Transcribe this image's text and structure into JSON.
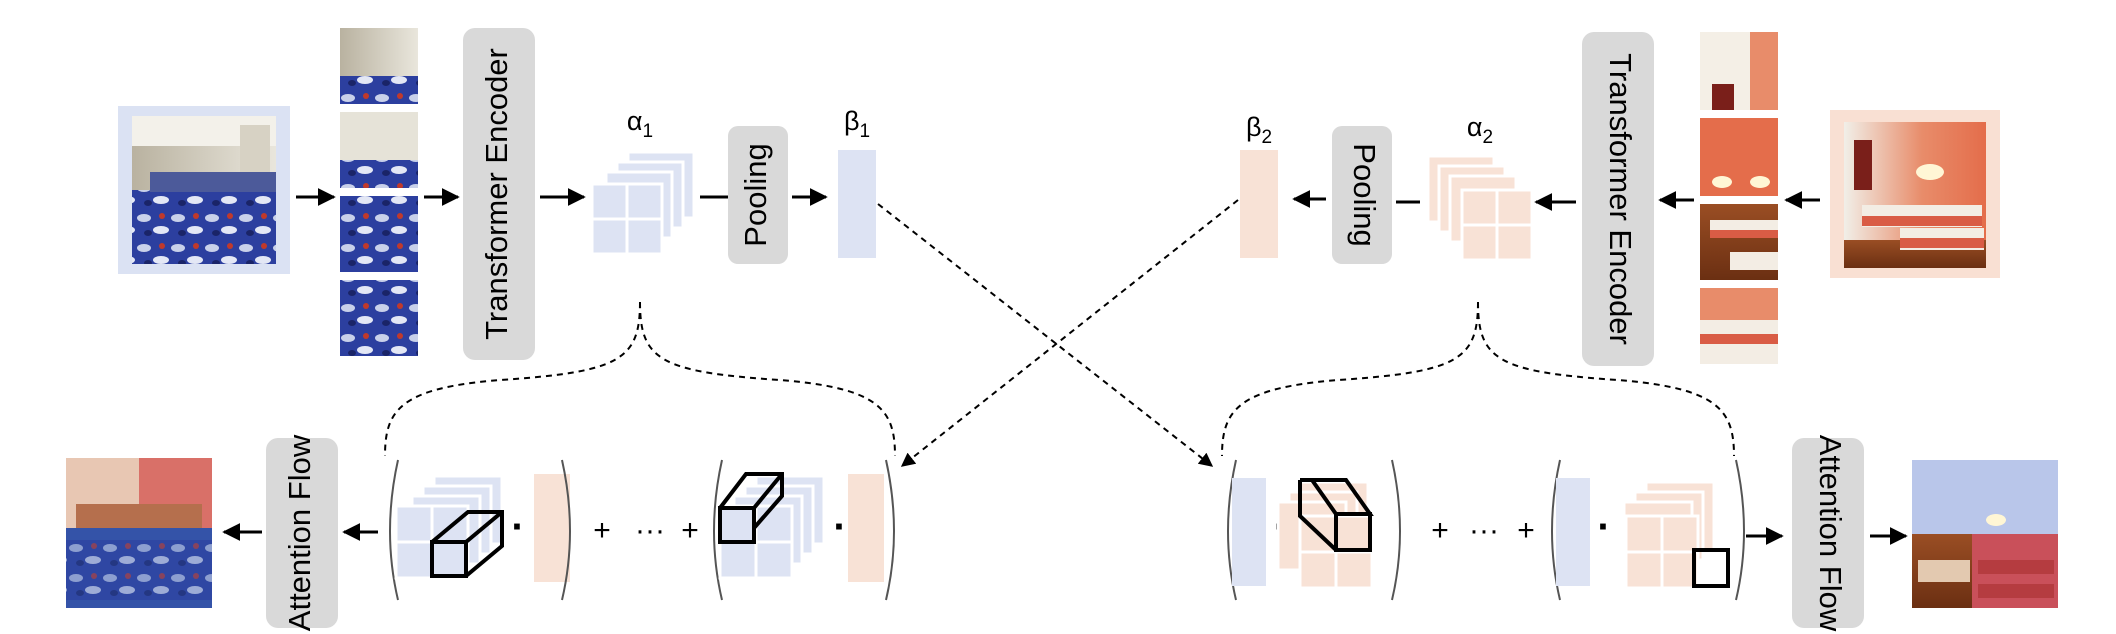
{
  "blocks": {
    "encoder_left": "Transformer Encoder",
    "encoder_right": "Transformer Encoder",
    "pooling_left": "Pooling",
    "pooling_right": "Pooling",
    "flow_left": "Attention Flow",
    "flow_right": "Attention Flow"
  },
  "symbols": {
    "alpha1": "α",
    "alpha1_sub": "1",
    "beta1": "β",
    "beta1_sub": "1",
    "alpha2": "α",
    "alpha2_sub": "2",
    "beta2": "β",
    "beta2_sub": "2"
  },
  "operators": {
    "dot": "·",
    "plus": "+",
    "ellipsis": "···"
  },
  "colors": {
    "block_gray": "#d9d9d9",
    "feature_blue": "#dde3f3",
    "feature_peach": "#f8e2d6",
    "left_image_frame": "#dbe2f3",
    "right_image_frame": "#f9e0d3"
  }
}
